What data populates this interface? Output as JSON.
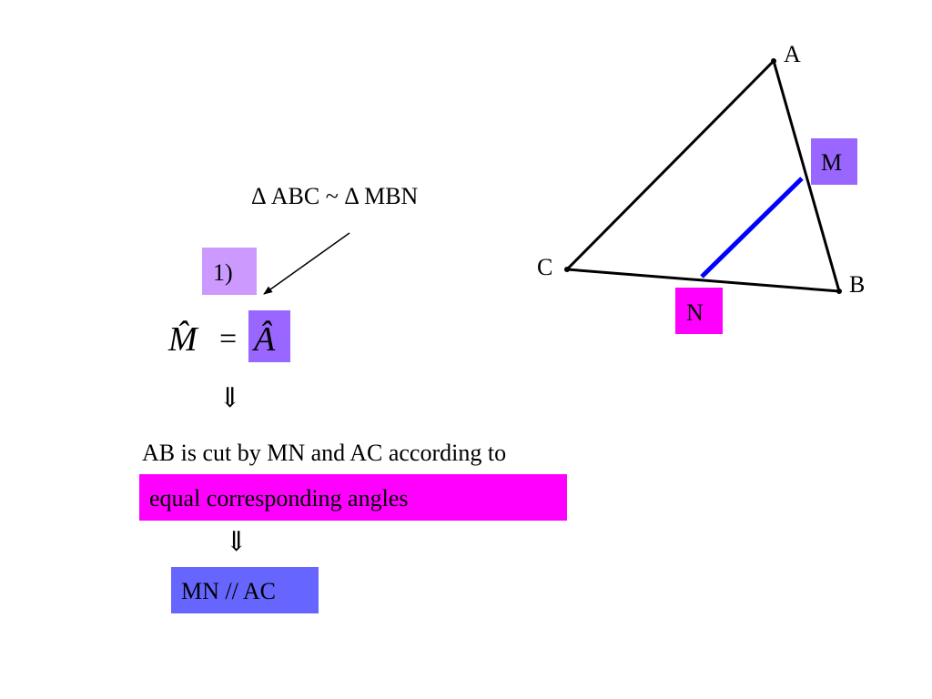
{
  "similarity_statement": "Δ ABC ~ Δ MBN",
  "step_label": "1)",
  "equation": {
    "left": "M̂",
    "equals": "=",
    "right": "Â"
  },
  "implies_symbol_1": "⇓",
  "reason_line": "AB is cut by MN and AC  according to",
  "reason_highlight": "equal corresponding angles",
  "implies_symbol_2": "⇓",
  "conclusion": "MN // AC",
  "triangle": {
    "vertex_labels": {
      "A": "A",
      "B": "B",
      "C": "C"
    },
    "point_labels": {
      "M": "M",
      "N": "N"
    }
  },
  "colors": {
    "step_box": "#cc99ff",
    "angle_box": "#9966ff",
    "reason_box": "#ff00ff",
    "conclusion_box": "#6666ff",
    "m_box": "#9966ff",
    "n_box": "#ff00ff",
    "segment_mn": "#0000ff",
    "triangle_stroke": "#000000"
  }
}
